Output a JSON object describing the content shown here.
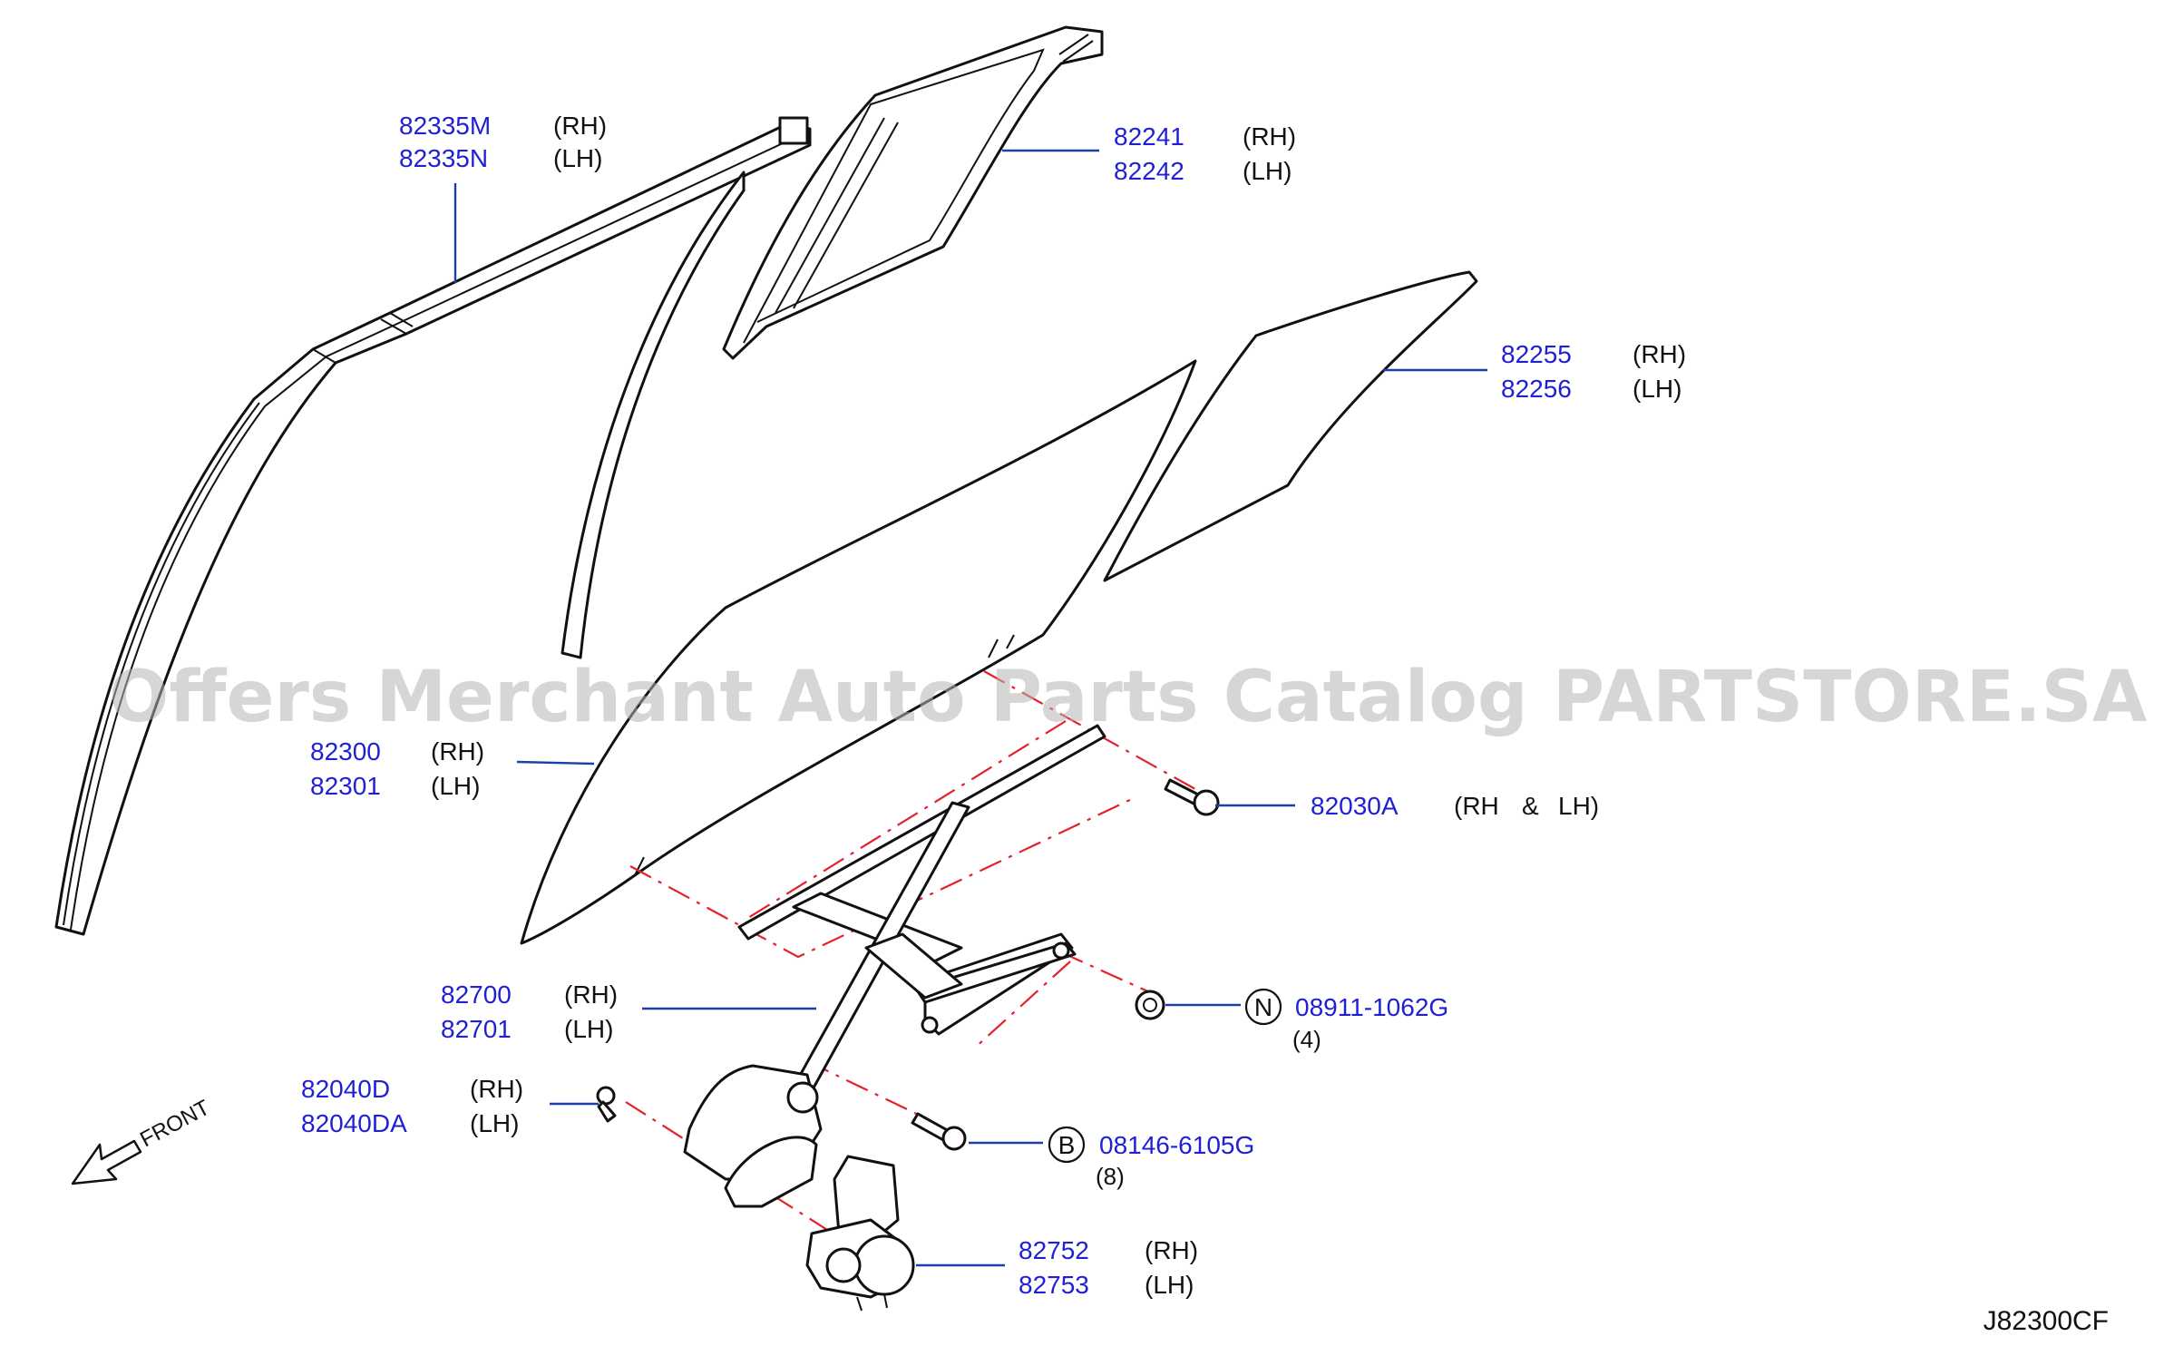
{
  "watermark": "Offers Merchant Auto Parts Catalog PARTSTORE.SA",
  "diagram_code": "J82300CF",
  "front_label": "FRONT",
  "colors": {
    "part_number": "#1f1fd6",
    "leader": "#1f3fa8",
    "centerline": "#e5202a"
  },
  "callouts": {
    "c82335": {
      "p1": "82335M",
      "s1": "(RH)",
      "p2": "82335N",
      "s2": "(LH)"
    },
    "c82241": {
      "p1": "82241",
      "s1": "(RH)",
      "p2": "82242",
      "s2": "(LH)"
    },
    "c82255": {
      "p1": "82255",
      "s1": "(RH)",
      "p2": "82256",
      "s2": "(LH)"
    },
    "c82300": {
      "p1": "82300",
      "s1": "(RH)",
      "p2": "82301",
      "s2": "(LH)"
    },
    "c82030": {
      "p1": "82030A",
      "s1": "(RH",
      "amp": "&",
      "s2": "LH)"
    },
    "c08911": {
      "badge": "N",
      "p1": "08911-1062G",
      "qty": "(4)"
    },
    "c82700": {
      "p1": "82700",
      "s1": "(RH)",
      "p2": "82701",
      "s2": "(LH)"
    },
    "c82040": {
      "p1": "82040D",
      "s1": "(RH)",
      "p2": "82040DA",
      "s2": "(LH)"
    },
    "c08146": {
      "badge": "B",
      "p1": "08146-6105G",
      "qty": "(8)"
    },
    "c82752": {
      "p1": "82752",
      "s1": "(RH)",
      "p2": "82753",
      "s2": "(LH)"
    }
  }
}
